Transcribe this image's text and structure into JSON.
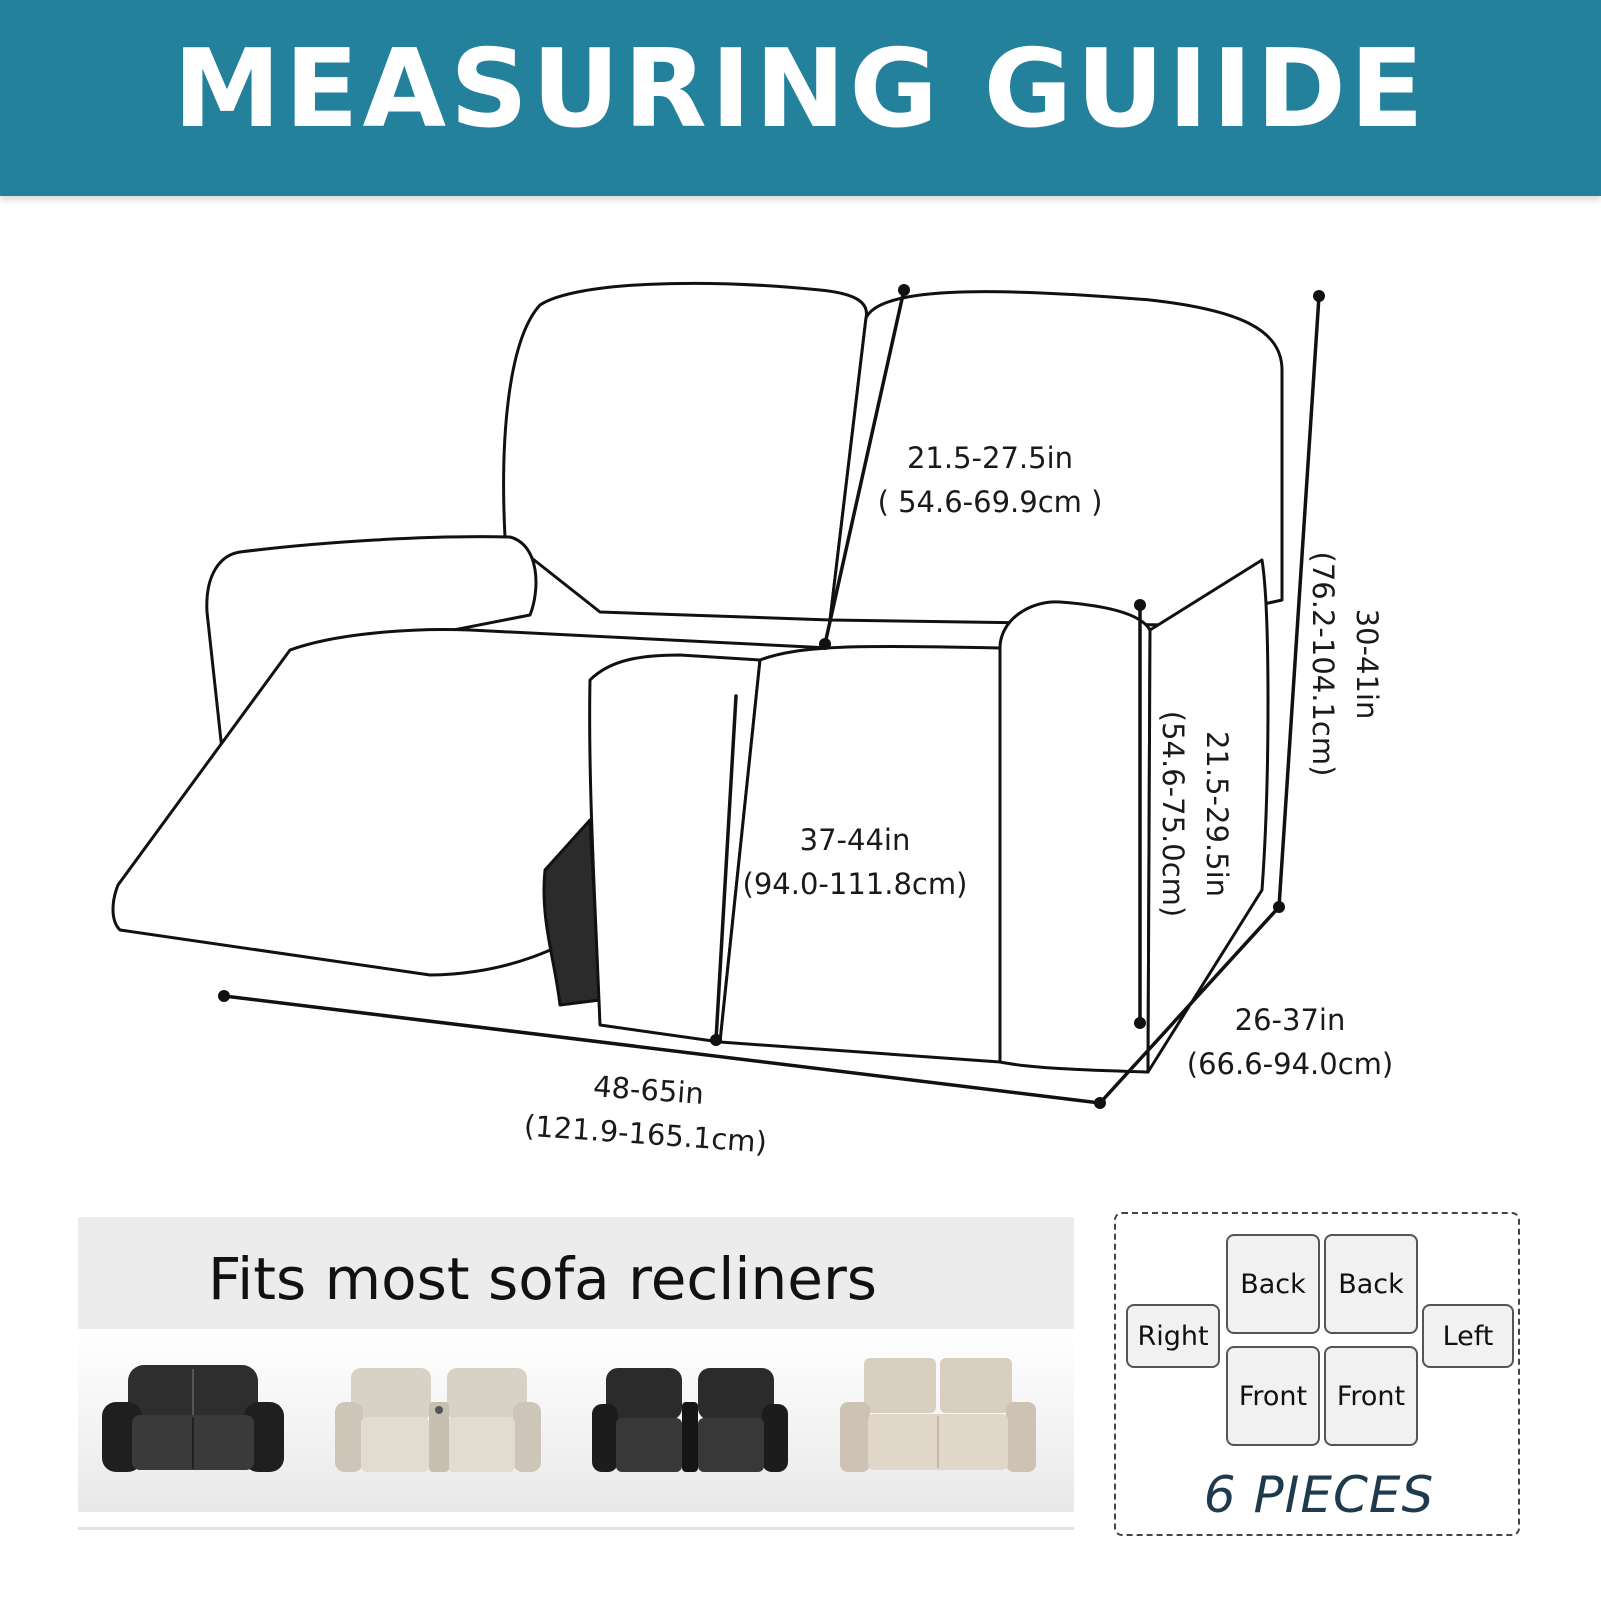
{
  "banner": {
    "title": "MEASURING GUIIDE",
    "color": "#23819c"
  },
  "dimensions": {
    "back_height": {
      "in": "21.5-27.5in",
      "cm": "( 54.6-69.9cm )"
    },
    "total_height": {
      "in": "30-41in",
      "cm": "(76.2-104.1cm)"
    },
    "arm_height": {
      "in": "21.5-29.5in",
      "cm": "(54.6-75.0cm)"
    },
    "seat_depth": {
      "in": "37-44in",
      "cm": "(94.0-111.8cm)"
    },
    "total_width": {
      "in": "48-65in",
      "cm": "(121.9-165.1cm)"
    },
    "total_depth": {
      "in": "26-37in",
      "cm": "(66.6-94.0cm)"
    }
  },
  "fits": {
    "title": "Fits most sofa recliners",
    "sofas": [
      {
        "icon": "black-leather-loveseat-icon"
      },
      {
        "icon": "beige-console-recliner-icon"
      },
      {
        "icon": "black-console-recliner-icon"
      },
      {
        "icon": "beige-loveseat-icon"
      }
    ]
  },
  "pieces": {
    "labels": [
      "Back",
      "Back",
      "Right",
      "Left",
      "Front",
      "Front"
    ],
    "count_label": "6 PIECES"
  }
}
